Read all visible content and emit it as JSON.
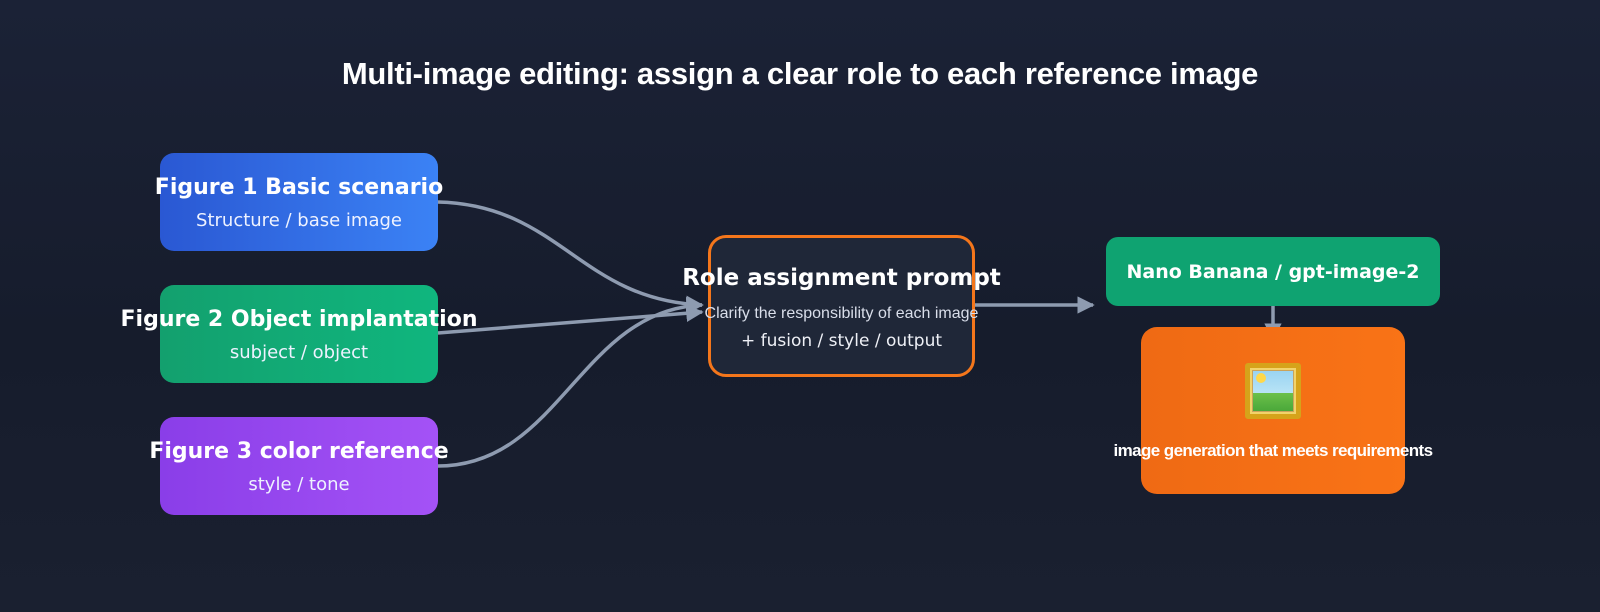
{
  "title": "Multi-image editing: assign a clear role to each reference image",
  "inputs": [
    {
      "label": "Figure 1 Basic scenario",
      "sublabel": "Structure / base image",
      "color": "#3b82f6"
    },
    {
      "label": "Figure 2 Object implantation",
      "sublabel": "subject / object",
      "color": "#10b981"
    },
    {
      "label": "Figure 3 color reference",
      "sublabel": "style / tone",
      "color": "#a855f7"
    }
  ],
  "prompt": {
    "title": "Role assignment prompt",
    "line1": "Clarify the responsibility of each image",
    "line2": "+ fusion / style / output",
    "border_color": "#f97316"
  },
  "model": {
    "label": "Nano Banana / gpt-image-2",
    "color": "#10a574"
  },
  "output": {
    "icon": "framed-picture-icon",
    "label": "image generation that meets requirements",
    "color": "#f97316"
  },
  "connector_color": "#8e9bb0"
}
